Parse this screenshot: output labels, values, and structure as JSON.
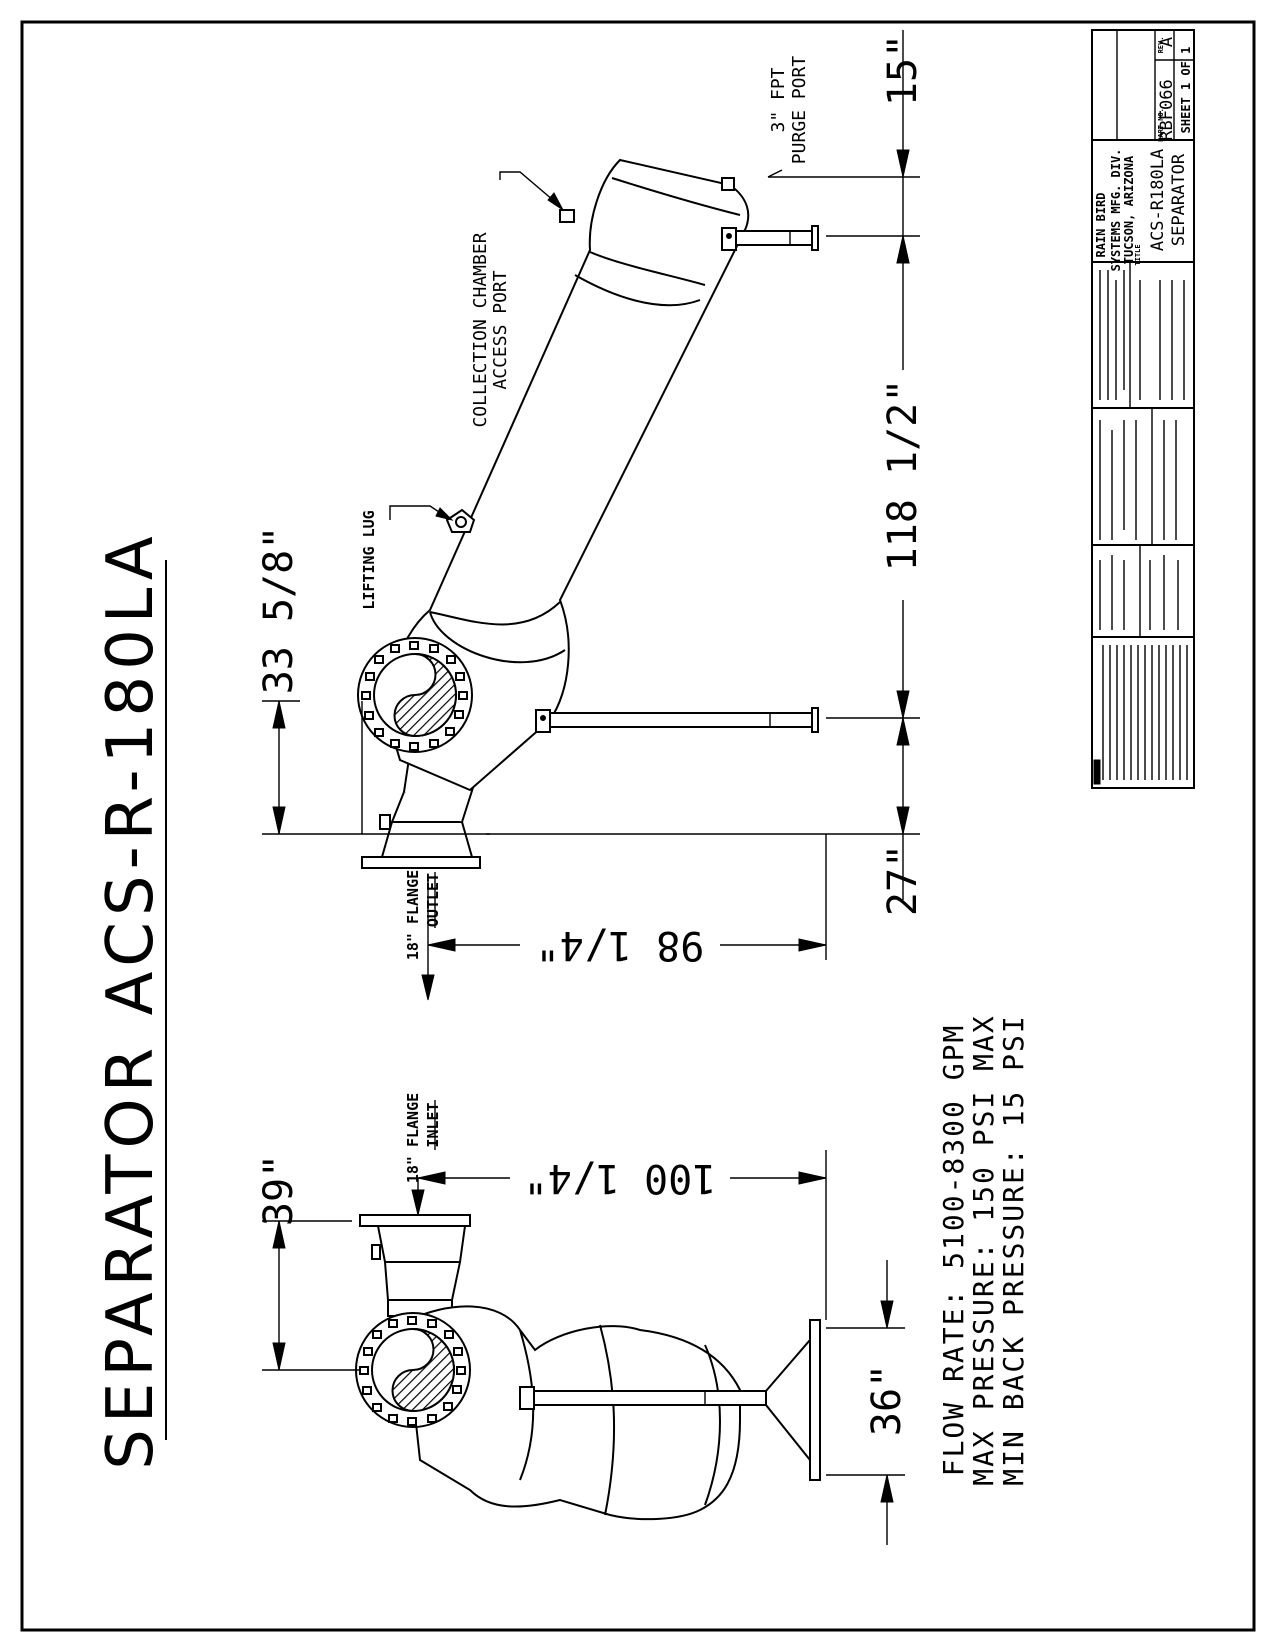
{
  "title": "SEPARATOR ACS-R-180LA",
  "labels": {
    "lifting_lug": "LIFTING LUG",
    "collection_1": "COLLECTION CHAMBER",
    "collection_2": "ACCESS PORT",
    "purge_1": "3\" FPT",
    "purge_2": "PURGE PORT",
    "outlet_1": "18\" FLANGE",
    "outlet_2": "OUTLET",
    "inlet_1": "18\" FLANGE",
    "inlet_2": "INLET"
  },
  "dimensions": {
    "d_33_5_8": "33 5/8\"",
    "d_118_1_2": "118 1/2\"",
    "d_15": "15\"",
    "d_27": "27\"",
    "d_98_1_4": "98 1/4\"",
    "d_39": "39\"",
    "d_100_1_4": "100 1/4\"",
    "d_36": "36\""
  },
  "specs": {
    "flow_rate": "FLOW RATE: 5100-8300 GPM",
    "max_pressure": "MAX PRESSURE: 150 PSI MAX",
    "min_back_pressure": "MIN BACK PRESSURE: 15 PSI"
  },
  "title_block": {
    "drawing_title_1": "ACS-R180LA",
    "drawing_title_2": "SEPARATOR",
    "part_no": "RBF066",
    "rev": "A",
    "sheet": "SHEET 1 OF 1",
    "company_brand": "RAIN BIRD",
    "company_1": "SYSTEMS MFG. DIV.",
    "company_2": "TUCSON, ARIZONA",
    "field_title": "TITLE",
    "field_part_no": "PART NO.",
    "field_rev": "REV."
  }
}
